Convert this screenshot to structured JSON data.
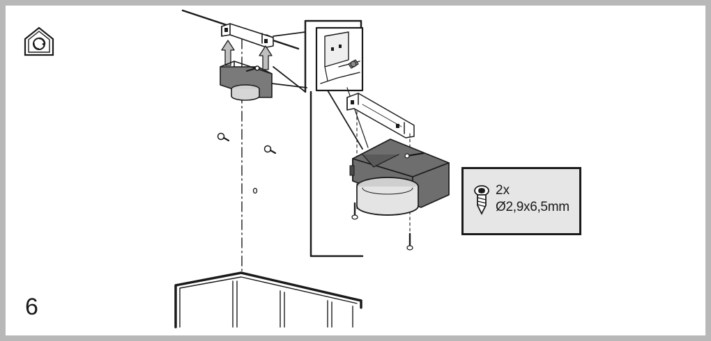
{
  "step": {
    "number": "6"
  },
  "screw_spec": {
    "quantity": "2x",
    "size": "Ø2,9x6,5mm"
  },
  "icons": {
    "mode_icon": "recirculation-house-icon",
    "screw_icon": "torx-screw-icon"
  }
}
